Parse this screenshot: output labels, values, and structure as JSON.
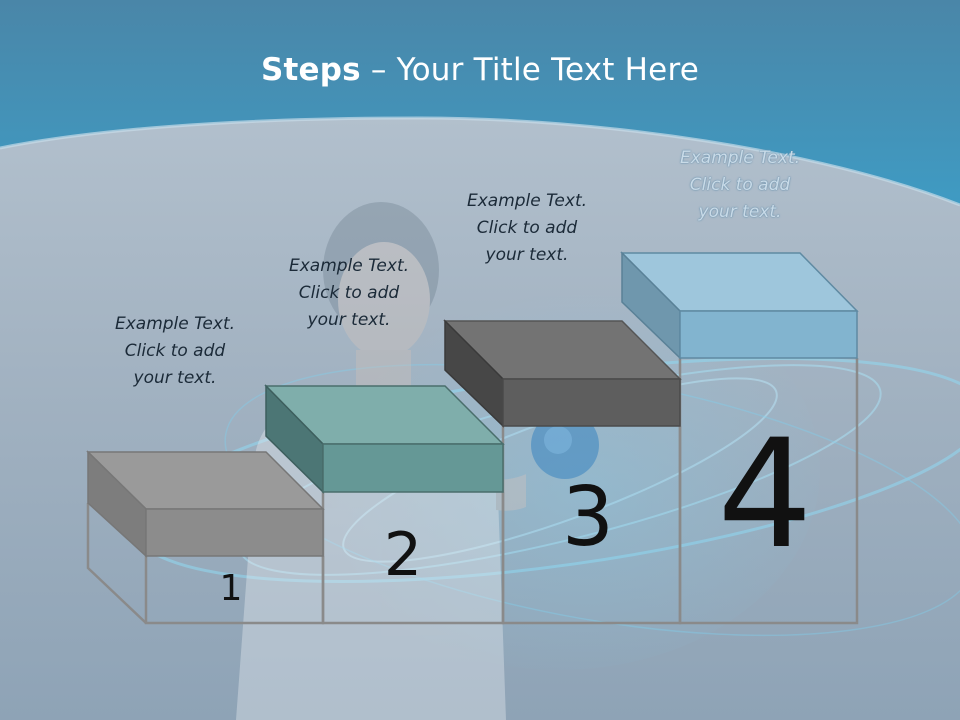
{
  "slide": {
    "title_bold": "Steps",
    "title_rest": " – Your Title Text Here"
  },
  "steps": [
    {
      "number": "1",
      "line1": "Example Text.",
      "line2": "Click  to add",
      "line3": "your text.",
      "top_color": "#8e8e8e",
      "side_color": "#7a7a7a"
    },
    {
      "number": "2",
      "line1": "Example Text.",
      "line2": "Click  to add",
      "line3": "your text.",
      "top_color": "#79a8a6",
      "side_color": "#5f8f8d"
    },
    {
      "number": "3",
      "line1": "Example Text.",
      "line2": "Click  to add",
      "line3": "your text.",
      "top_color": "#6e6e6e",
      "side_color": "#555555"
    },
    {
      "number": "4",
      "line1": "Example Text.",
      "line2": "Click  to add",
      "line3": "your text.",
      "top_color": "#9cc6dc",
      "side_color": "#6f9cb3"
    }
  ],
  "colors": {
    "header": "#3f8fb4",
    "background": "#a9b8c6",
    "outline": "#8a8a8a"
  }
}
